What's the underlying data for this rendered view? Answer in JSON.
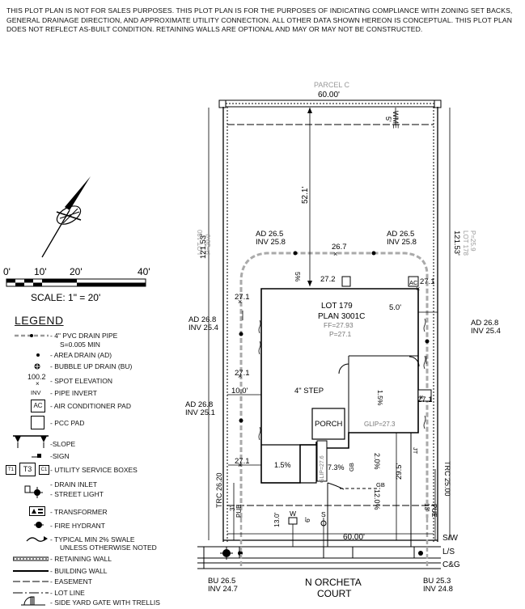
{
  "disclaimer": "THIS PLOT PLAN IS NOT FOR SALES PURPOSES. THIS PLOT PLAN IS FOR THE PURPOSES OF INDICATING COMPLIANCE WITH ZONING SET BACKS, GENERAL DRAINAGE DIRECTION, AND APPROXIMATE UTILITY CONNECTION. ALL OTHER DATA SHOWN HEREON IS CONCEPTUAL.  THIS PLOT PLAN DOES NOT REFLECT AS-BUILT CONDITION. RETAINING WALLS ARE OPTIONAL AND MAY OR MAY NOT BE CONSTRUCTED.",
  "scale_bar": {
    "ticks": [
      "0'",
      "10'",
      "20'",
      "40'"
    ],
    "label": "SCALE:  1\" = 20'"
  },
  "legend": {
    "title": "LEGEND",
    "items": [
      {
        "symbol": "drain-pipe",
        "label": "- 4\" PVC DRAIN PIPE",
        "sub": "S=0.005 MIN"
      },
      {
        "symbol": "area-drain",
        "label": "- AREA DRAIN (AD)"
      },
      {
        "symbol": "bubble-drain",
        "label": "- BUBBLE UP DRAIN (BU)"
      },
      {
        "symbol": "spot-elev",
        "sym_text": "100.2",
        "label": "- SPOT ELEVATION"
      },
      {
        "symbol": "pipe-invert",
        "sym_text": "INV",
        "label": "- PIPE INVERT"
      },
      {
        "symbol": "ac-pad",
        "sym_text": "AC",
        "label": "- AIR CONDITIONER PAD"
      },
      {
        "symbol": "pcc-pad",
        "label": "- PCC PAD"
      },
      {
        "symbol": "slope",
        "label": "-SLOPE"
      },
      {
        "symbol": "sign",
        "label": "-SIGN"
      },
      {
        "symbol": "utility-box",
        "sym_text": [
          "T1",
          "T3",
          "C1"
        ],
        "label": "- UTILITY SERVICE BOXES"
      },
      {
        "symbol": "drain-inlet",
        "label": "- DRAIN INLET"
      },
      {
        "symbol": "street-light",
        "label": "- STREET LIGHT"
      },
      {
        "symbol": "transformer",
        "label": "- TRANSFORMER"
      },
      {
        "symbol": "fire-hydrant",
        "label": "- FIRE HYDRANT"
      },
      {
        "symbol": "swale",
        "label": "- TYPICAL MIN 2% SWALE",
        "sub": "UNLESS OTHERWISE NOTED"
      },
      {
        "symbol": "retaining-wall",
        "label": "- RETAINING WALL"
      },
      {
        "symbol": "building-wall",
        "label": "- BUILDING WALL"
      },
      {
        "symbol": "easement",
        "label": "- EASEMENT"
      },
      {
        "symbol": "lot-line",
        "label": "- LOT LINE"
      },
      {
        "symbol": "side-gate",
        "label": "- SIDE YARD GATE WITH TRELLIS"
      }
    ]
  },
  "site": {
    "parcel_top": "PARCEL C",
    "top_width": "60.00'",
    "wme": "WME",
    "wme_dim": "5'",
    "rear_setback": "52.1'",
    "lot_left": "LOT 180",
    "lot_left_p": "P=29.0",
    "lot_right": "LOT 178",
    "lot_right_p": "P=25.9",
    "left_depth": "121.53'",
    "right_depth": "121.53'",
    "lot_no": "LOT 179",
    "plan_no": "PLAN 3001C",
    "ff": "FF=27.93",
    "p": "P=27.1",
    "ad_top_left": [
      "AD 26.5",
      "INV 25.8"
    ],
    "ad_top_right": [
      "AD 26.5",
      "INV 25.8"
    ],
    "ad_left_1": [
      "AD 26.8",
      "INV 25.4"
    ],
    "ad_left_2": [
      "AD 26.8",
      "INV 25.1"
    ],
    "ad_right": [
      "AD 26.8",
      "INV 25.4"
    ],
    "spot_26_7": "26.7",
    "spot_27_2": "27.2",
    "ac": "AC",
    "spot_27_1_tr": "27.1",
    "spot_27_1_l1": "27.1",
    "spot_27_1_l2": "27.1",
    "spot_27_1_l3": "27.1",
    "spot_27_1_r": "27.1",
    "slope_5": "5%",
    "side_right": "5.0'",
    "side_left": "10.0'",
    "step": "4\" STEP",
    "porch": "PORCH",
    "glip_1": "GLIP=27.3",
    "glip_2": "GLIP=27.6",
    "slope_drive": "1.5%",
    "slope_left": "1.5%",
    "slope_7_3": "7.3%",
    "slope_2_0": "2.0%",
    "slope_12_0": "12.0%",
    "gb_1": "GB",
    "gb_2": "GB",
    "drive_len": "29.5'",
    "jt": "JT",
    "trc_left": "TRC 26.20",
    "trc_right": "TRC 25.00",
    "pue_left": "PUE",
    "pue_right": "PUE",
    "pue_left_dim": "3'",
    "pue_right_dim": "13'",
    "util_13": "13.0'",
    "util_6": "6'",
    "w": "W",
    "s": "S",
    "front_width": "60.00'",
    "sw": "S/W",
    "ls": "L/S",
    "cg": "C&G",
    "bu_left": [
      "BU 26.5",
      "INV 24.7"
    ],
    "bu_right": [
      "BU 25.3",
      "INV 24.8"
    ],
    "street": "N  ORCHETA",
    "street2": "COURT"
  }
}
